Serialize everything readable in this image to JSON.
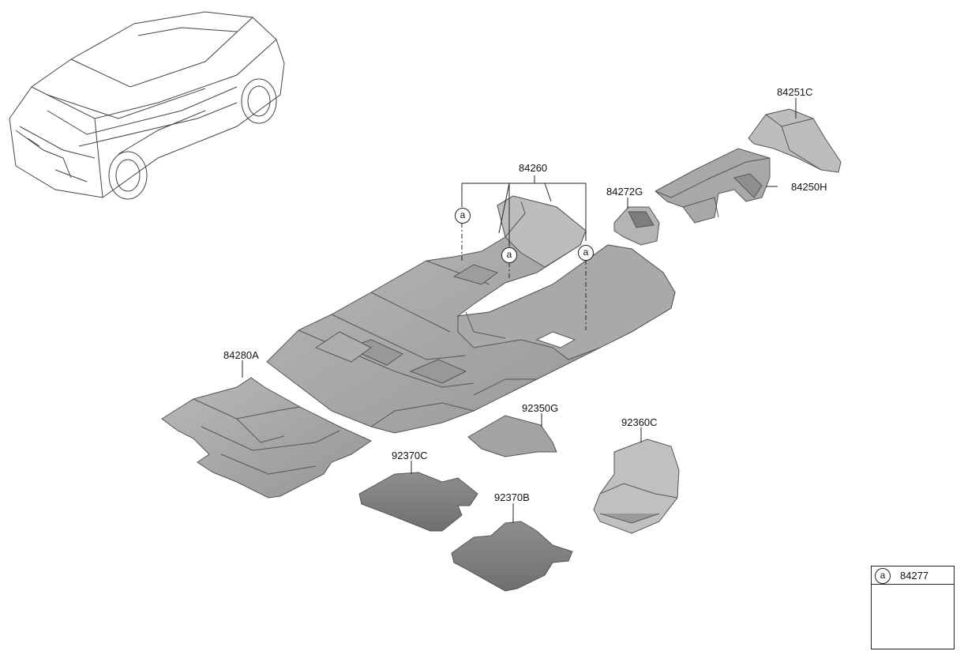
{
  "diagram": {
    "parts": [
      {
        "id": "p1",
        "number": "84260"
      },
      {
        "id": "p2",
        "number": "84251C"
      },
      {
        "id": "p3",
        "number": "84272G"
      },
      {
        "id": "p4",
        "number": "84250H"
      },
      {
        "id": "p5",
        "number": "84280A"
      },
      {
        "id": "p6",
        "number": "92350G"
      },
      {
        "id": "p7",
        "number": "92360C"
      },
      {
        "id": "p8",
        "number": "92370C"
      },
      {
        "id": "p9",
        "number": "92370B"
      }
    ],
    "reference_mark": "a",
    "legend": {
      "ref": "a",
      "part_number": "84277"
    }
  }
}
